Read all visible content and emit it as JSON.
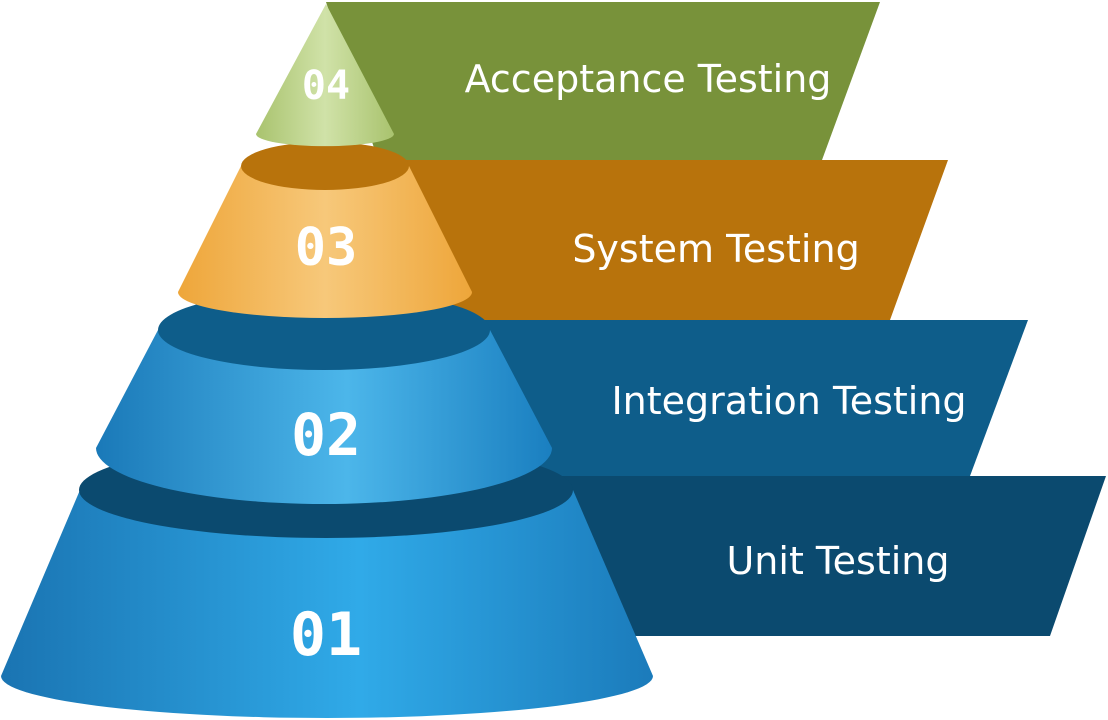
{
  "levels": [
    {
      "number": "01",
      "label": "Unit Testing",
      "color": "#0b4a6f"
    },
    {
      "number": "02",
      "label": "Integration Testing",
      "color": "#0e5d8a"
    },
    {
      "number": "03",
      "label": "System Testing",
      "color": "#b8730c"
    },
    {
      "number": "04",
      "label": "Acceptance Testing",
      "color": "#78923a"
    }
  ]
}
